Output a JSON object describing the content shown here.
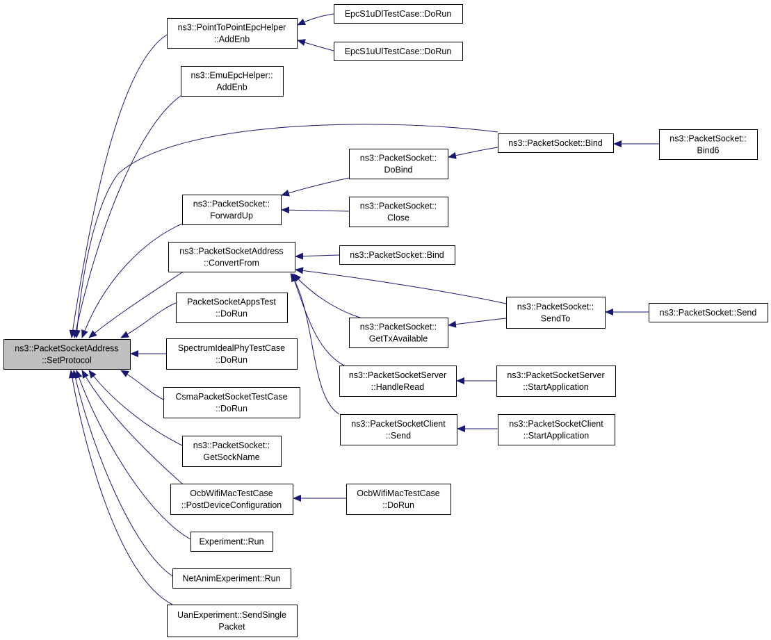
{
  "colors": {
    "edge": "#191970",
    "node_border": "#000000",
    "root_fill": "#bfbfbf",
    "node_fill": "#ffffff"
  },
  "nodes": [
    {
      "id": "root",
      "lines": [
        "ns3::PacketSocketAddress",
        "::SetProtocol"
      ],
      "root": true
    },
    {
      "id": "p2p_addenb",
      "lines": [
        "ns3::PointToPointEpcHelper",
        "::AddEnb"
      ]
    },
    {
      "id": "epc_dl",
      "lines": [
        "EpcS1uDlTestCase::DoRun"
      ]
    },
    {
      "id": "epc_ul",
      "lines": [
        "EpcS1uUlTestCase::DoRun"
      ]
    },
    {
      "id": "emu_addenb",
      "lines": [
        "ns3::EmuEpcHelper::",
        "AddEnb"
      ]
    },
    {
      "id": "ps_bind_top",
      "lines": [
        "ns3::PacketSocket::Bind"
      ]
    },
    {
      "id": "ps_bind6",
      "lines": [
        "ns3::PacketSocket::",
        "Bind6"
      ]
    },
    {
      "id": "ps_dobind",
      "lines": [
        "ns3::PacketSocket::",
        "DoBind"
      ]
    },
    {
      "id": "ps_forwardup",
      "lines": [
        "ns3::PacketSocket::",
        "ForwardUp"
      ]
    },
    {
      "id": "ps_close",
      "lines": [
        "ns3::PacketSocket::",
        "Close"
      ]
    },
    {
      "id": "psa_convert",
      "lines": [
        "ns3::PacketSocketAddress",
        "::ConvertFrom"
      ]
    },
    {
      "id": "ps_bind_mid",
      "lines": [
        "ns3::PacketSocket::Bind"
      ]
    },
    {
      "id": "ps_sendto",
      "lines": [
        "ns3::PacketSocket::",
        "SendTo"
      ]
    },
    {
      "id": "ps_send",
      "lines": [
        "ns3::PacketSocket::Send"
      ]
    },
    {
      "id": "apps_test",
      "lines": [
        "PacketSocketAppsTest",
        "::DoRun"
      ]
    },
    {
      "id": "ps_gettx",
      "lines": [
        "ns3::PacketSocket::",
        "GetTxAvailable"
      ]
    },
    {
      "id": "spectrum_test",
      "lines": [
        "SpectrumIdealPhyTestCase",
        "::DoRun"
      ]
    },
    {
      "id": "pss_handleread",
      "lines": [
        "ns3::PacketSocketServer",
        "::HandleRead"
      ]
    },
    {
      "id": "pss_start",
      "lines": [
        "ns3::PacketSocketServer",
        "::StartApplication"
      ]
    },
    {
      "id": "csma_test",
      "lines": [
        "CsmaPacketSocketTestCase",
        "::DoRun"
      ]
    },
    {
      "id": "psc_send",
      "lines": [
        "ns3::PacketSocketClient",
        "::Send"
      ]
    },
    {
      "id": "psc_start",
      "lines": [
        "ns3::PacketSocketClient",
        "::StartApplication"
      ]
    },
    {
      "id": "ps_getsockname",
      "lines": [
        "ns3::PacketSocket::",
        "GetSockName"
      ]
    },
    {
      "id": "ocb_post",
      "lines": [
        "OcbWifiMacTestCase",
        "::PostDeviceConfiguration"
      ]
    },
    {
      "id": "ocb_dorun",
      "lines": [
        "OcbWifiMacTestCase",
        "::DoRun"
      ]
    },
    {
      "id": "exp_run",
      "lines": [
        "Experiment::Run"
      ]
    },
    {
      "id": "netanim_run",
      "lines": [
        "NetAnimExperiment::Run"
      ]
    },
    {
      "id": "uan_send",
      "lines": [
        "UanExperiment::SendSingle",
        "Packet"
      ]
    }
  ],
  "edges": [
    {
      "from": "p2p_addenb",
      "to": "root"
    },
    {
      "from": "emu_addenb",
      "to": "root"
    },
    {
      "from": "ps_bind_top",
      "to": "root"
    },
    {
      "from": "ps_forwardup",
      "to": "root"
    },
    {
      "from": "psa_convert",
      "to": "root"
    },
    {
      "from": "apps_test",
      "to": "root"
    },
    {
      "from": "spectrum_test",
      "to": "root"
    },
    {
      "from": "csma_test",
      "to": "root"
    },
    {
      "from": "ps_getsockname",
      "to": "root"
    },
    {
      "from": "ocb_post",
      "to": "root"
    },
    {
      "from": "exp_run",
      "to": "root"
    },
    {
      "from": "netanim_run",
      "to": "root"
    },
    {
      "from": "uan_send",
      "to": "root"
    },
    {
      "from": "epc_dl",
      "to": "p2p_addenb"
    },
    {
      "from": "epc_ul",
      "to": "p2p_addenb"
    },
    {
      "from": "ps_bind6",
      "to": "ps_bind_top"
    },
    {
      "from": "ps_bind_top",
      "to": "ps_dobind"
    },
    {
      "from": "ps_dobind",
      "to": "ps_forwardup"
    },
    {
      "from": "ps_close",
      "to": "ps_forwardup"
    },
    {
      "from": "ps_bind_mid",
      "to": "psa_convert"
    },
    {
      "from": "ps_sendto",
      "to": "psa_convert"
    },
    {
      "from": "ps_gettx",
      "to": "psa_convert"
    },
    {
      "from": "pss_handleread",
      "to": "psa_convert"
    },
    {
      "from": "psc_send",
      "to": "psa_convert"
    },
    {
      "from": "ps_send",
      "to": "ps_sendto"
    },
    {
      "from": "ps_sendto",
      "to": "ps_gettx"
    },
    {
      "from": "pss_start",
      "to": "pss_handleread"
    },
    {
      "from": "psc_start",
      "to": "psc_send"
    },
    {
      "from": "ocb_dorun",
      "to": "ocb_post"
    }
  ]
}
